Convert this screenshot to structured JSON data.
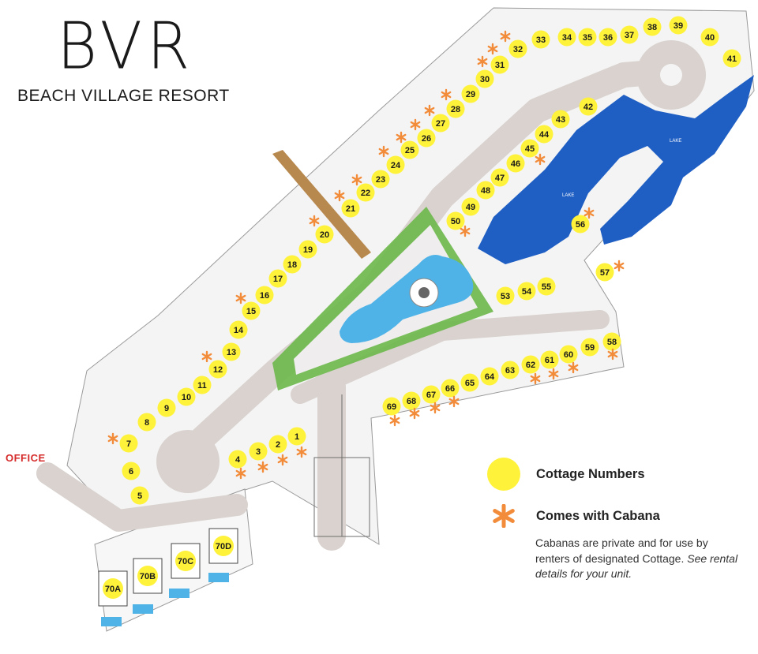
{
  "logo": {
    "title": "BVR",
    "subtitle": "BEACH VILLAGE RESORT"
  },
  "office_label": "OFFICE",
  "lake_labels": [
    "LAKE",
    "LAKE"
  ],
  "legend": {
    "cottage_label": "Cottage Numbers",
    "cabana_label": "Comes with Cabana",
    "note_plain": "Cabanas are private and for use by renters of designated Cottage. ",
    "note_italic": "See rental details for your unit.",
    "colors": {
      "cottage": "#fff23a",
      "cabana": "#f28c3a"
    }
  },
  "colors": {
    "lake": "#1f5fc4",
    "pool": "#4fb3e8",
    "grass": "#6bb84a",
    "road": "#d9d2cf",
    "boardwalk": "#b8894f",
    "office": "#d62b2b"
  },
  "cottages": [
    {
      "id": "1",
      "cabana": true
    },
    {
      "id": "2",
      "cabana": true
    },
    {
      "id": "3",
      "cabana": true
    },
    {
      "id": "4",
      "cabana": true
    },
    {
      "id": "5",
      "cabana": false
    },
    {
      "id": "6",
      "cabana": false
    },
    {
      "id": "7",
      "cabana": true
    },
    {
      "id": "8",
      "cabana": false
    },
    {
      "id": "9",
      "cabana": false
    },
    {
      "id": "10",
      "cabana": false
    },
    {
      "id": "11",
      "cabana": false
    },
    {
      "id": "12",
      "cabana": true
    },
    {
      "id": "13",
      "cabana": false
    },
    {
      "id": "14",
      "cabana": false
    },
    {
      "id": "15",
      "cabana": true
    },
    {
      "id": "16",
      "cabana": false
    },
    {
      "id": "17",
      "cabana": false
    },
    {
      "id": "18",
      "cabana": false
    },
    {
      "id": "19",
      "cabana": false
    },
    {
      "id": "20",
      "cabana": true
    },
    {
      "id": "21",
      "cabana": true
    },
    {
      "id": "22",
      "cabana": true
    },
    {
      "id": "23",
      "cabana": false
    },
    {
      "id": "24",
      "cabana": true
    },
    {
      "id": "25",
      "cabana": true
    },
    {
      "id": "26",
      "cabana": true
    },
    {
      "id": "27",
      "cabana": true
    },
    {
      "id": "28",
      "cabana": true
    },
    {
      "id": "29",
      "cabana": false
    },
    {
      "id": "30",
      "cabana": true
    },
    {
      "id": "31",
      "cabana": true
    },
    {
      "id": "32",
      "cabana": true
    },
    {
      "id": "33",
      "cabana": false
    },
    {
      "id": "34",
      "cabana": false
    },
    {
      "id": "35",
      "cabana": false
    },
    {
      "id": "36",
      "cabana": false
    },
    {
      "id": "37",
      "cabana": false
    },
    {
      "id": "38",
      "cabana": false
    },
    {
      "id": "39",
      "cabana": false
    },
    {
      "id": "40",
      "cabana": false
    },
    {
      "id": "41",
      "cabana": false
    },
    {
      "id": "42",
      "cabana": false
    },
    {
      "id": "43",
      "cabana": false
    },
    {
      "id": "44",
      "cabana": false
    },
    {
      "id": "45",
      "cabana": true
    },
    {
      "id": "46",
      "cabana": false
    },
    {
      "id": "47",
      "cabana": false
    },
    {
      "id": "48",
      "cabana": false
    },
    {
      "id": "49",
      "cabana": false
    },
    {
      "id": "50",
      "cabana": true
    },
    {
      "id": "53",
      "cabana": false
    },
    {
      "id": "54",
      "cabana": false
    },
    {
      "id": "55",
      "cabana": false
    },
    {
      "id": "56",
      "cabana": true
    },
    {
      "id": "57",
      "cabana": true
    },
    {
      "id": "58",
      "cabana": true
    },
    {
      "id": "59",
      "cabana": false
    },
    {
      "id": "60",
      "cabana": true
    },
    {
      "id": "61",
      "cabana": true
    },
    {
      "id": "62",
      "cabana": true
    },
    {
      "id": "63",
      "cabana": false
    },
    {
      "id": "64",
      "cabana": false
    },
    {
      "id": "65",
      "cabana": false
    },
    {
      "id": "66",
      "cabana": true
    },
    {
      "id": "67",
      "cabana": true
    },
    {
      "id": "68",
      "cabana": true
    },
    {
      "id": "69",
      "cabana": true
    },
    {
      "id": "70A",
      "cabana": false
    },
    {
      "id": "70B",
      "cabana": false
    },
    {
      "id": "70C",
      "cabana": false
    },
    {
      "id": "70D",
      "cabana": false
    }
  ]
}
